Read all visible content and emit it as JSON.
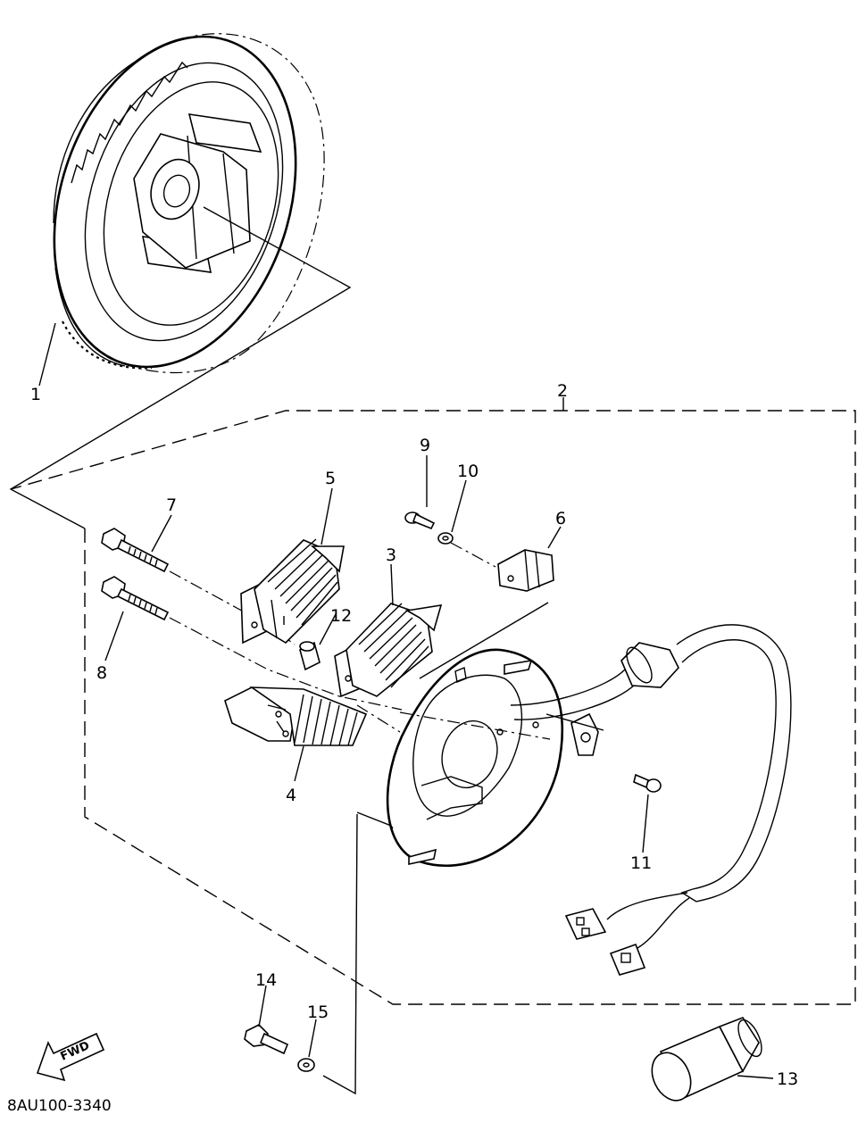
{
  "diagram": {
    "part_labels": [
      "1",
      "2",
      "3",
      "4",
      "5",
      "6",
      "7",
      "8",
      "9",
      "10",
      "11",
      "12",
      "13",
      "14",
      "15"
    ],
    "fwd_label": "FWD",
    "drawing_code": "8AU100-3340"
  },
  "icons": {
    "rotor": "flywheel-rotor-icon",
    "stator": "stator-assembly-icon",
    "coil": "coil-icon",
    "pickup": "pickup-coil-icon",
    "bolt": "bolt-icon",
    "screw": "screw-icon",
    "washer": "washer-icon",
    "spacer": "spacer-icon",
    "wire": "wire-harness-icon",
    "connector": "connector-icon",
    "tool": "installer-tool-icon",
    "fwd_arrow": "forward-arrow-icon"
  }
}
